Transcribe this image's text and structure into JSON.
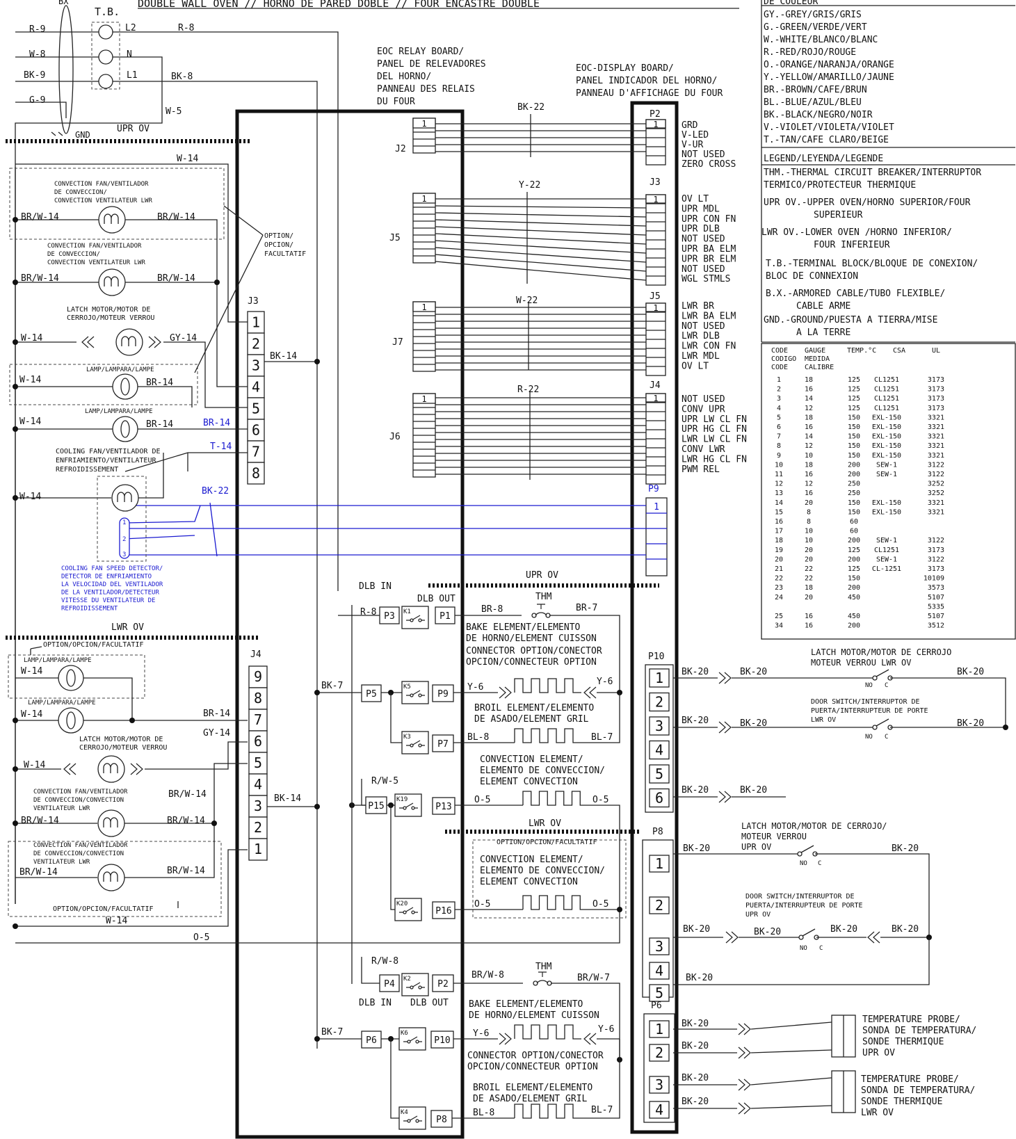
{
  "title": "DOUBLE WALL OVEN // HORNO DE PARED DOBLE // FOUR ENCASTRE DOUBLE",
  "top_left": {
    "bx": "BX",
    "tb": "T.B.",
    "wires_left": [
      "R-9",
      "W-8",
      "BK-9",
      "G-9"
    ],
    "terminals": [
      "L2",
      "N",
      "L1"
    ],
    "wires_right": [
      "R-8",
      "BK-8",
      "W-5"
    ],
    "gnd": "GND",
    "upr_ov": "UPR OV"
  },
  "color_legend": {
    "header": "DE COULEUR",
    "entries": [
      "GY.-GREY/GRIS/GRIS",
      "G.-GREEN/VERDE/VERT",
      "W.-WHITE/BLANCO/BLANC",
      "R.-RED/ROJO/ROUGE",
      "O.-ORANGE/NARANJA/ORANGE",
      "Y.-YELLOW/AMARILLO/JAUNE",
      "BR.-BROWN/CAFE/BRUN",
      "BL.-BLUE/AZUL/BLEU",
      "BK.-BLACK/NEGRO/NOIR",
      "V.-VIOLET/VIOLETA/VIOLET",
      "T.-TAN/CAFE CLARO/BEIGE"
    ]
  },
  "legend": {
    "header": "LEGEND/LEYENDA/LEGENDE",
    "lines": [
      "THM.-THERMAL CIRCUIT BREAKER/INTERRUPTOR",
      "TERMICO/PROTECTEUR THERMIQUE",
      "UPR OV.-UPPER OVEN/HORNO SUPERIOR/FOUR",
      "SUPERIEUR",
      "LWR OV.-LOWER OVEN /HORNO INFERIOR/",
      "FOUR INFERIEUR",
      "T.B.-TERMINAL BLOCK/BLOQUE DE CONEXION/",
      "BLOC DE CONNEXION",
      "B.X.-ARMORED CABLE/TUBO FLEXIBLE/",
      "CABLE ARME",
      "GND.-GROUND/PUESTA A TIERRA/MISE",
      "A LA TERRE"
    ]
  },
  "gauge_table": {
    "headers": [
      [
        "CODE",
        "CODIGO",
        "CODE"
      ],
      [
        "GAUGE",
        "MEDIDA",
        "CALIBRE"
      ],
      [
        "TEMP.°C"
      ],
      [
        "CSA"
      ],
      [
        "UL"
      ]
    ],
    "rows": [
      [
        "1",
        "18",
        "125",
        "CL1251",
        "3173"
      ],
      [
        "2",
        "16",
        "125",
        "CL1251",
        "3173"
      ],
      [
        "3",
        "14",
        "125",
        "CL1251",
        "3173"
      ],
      [
        "4",
        "12",
        "125",
        "CL1251",
        "3173"
      ],
      [
        "5",
        "18",
        "150",
        "EXL-150",
        "3321"
      ],
      [
        "6",
        "16",
        "150",
        "EXL-150",
        "3321"
      ],
      [
        "7",
        "14",
        "150",
        "EXL-150",
        "3321"
      ],
      [
        "8",
        "12",
        "150",
        "EXL-150",
        "3321"
      ],
      [
        "9",
        "10",
        "150",
        "EXL-150",
        "3321"
      ],
      [
        "10",
        "18",
        "200",
        "SEW-1",
        "3122"
      ],
      [
        "11",
        "16",
        "200",
        "SEW-1",
        "3122"
      ],
      [
        "12",
        "12",
        "250",
        "",
        "3252"
      ],
      [
        "13",
        "16",
        "250",
        "",
        "3252"
      ],
      [
        "14",
        "20",
        "150",
        "EXL-150",
        "3321"
      ],
      [
        "15",
        "8",
        "150",
        "EXL-150",
        "3321"
      ],
      [
        "16",
        "8",
        "60",
        "",
        ""
      ],
      [
        "17",
        "10",
        "60",
        "",
        ""
      ],
      [
        "18",
        "10",
        "200",
        "SEW-1",
        "3122"
      ],
      [
        "19",
        "20",
        "125",
        "CL1251",
        "3173"
      ],
      [
        "20",
        "20",
        "200",
        "SEW-1",
        "3122"
      ],
      [
        "21",
        "22",
        "125",
        "CL-1251",
        "3173"
      ],
      [
        "22",
        "22",
        "150",
        "",
        "10109"
      ],
      [
        "23",
        "18",
        "200",
        "",
        "3573"
      ],
      [
        "24",
        "20",
        "450",
        "",
        "5107"
      ],
      [
        "",
        "",
        "",
        "",
        "5335"
      ],
      [
        "25",
        "16",
        "450",
        "",
        "5107"
      ],
      [
        "34",
        "16",
        "200",
        "",
        "3512"
      ]
    ]
  },
  "relay_board": {
    "title": [
      "EOC RELAY BOARD/",
      "PANEL DE RELEVADORES",
      "DEL HORNO/",
      "PANNEAU DES RELAIS",
      "DU FOUR"
    ],
    "connectors": [
      "J2",
      "J5",
      "J7",
      "J6",
      "J3",
      "J4"
    ]
  },
  "display_board": {
    "title": [
      "EOC-DISPLAY BOARD/",
      "PANEL INDICADOR DEL HORNO/",
      "PANNEAU D'AFFICHAGE DU FOUR"
    ],
    "connectors": [
      "P2",
      "J3",
      "J5",
      "J4",
      "P9",
      "P10",
      "P8",
      "P6"
    ],
    "p2_labels": [
      "GRD",
      "V-LED",
      "V-UR",
      "NOT USED",
      "ZERO CROSS"
    ],
    "j3_labels": [
      "OV LT",
      "UPR MDL",
      "UPR CON FN",
      "UPR DLB",
      "NOT USED",
      "UPR BA ELM",
      "UPR BR ELM",
      "NOT USED",
      "WGL STMLS"
    ],
    "j5_labels": [
      "LWR BR",
      "LWR BA ELM",
      "NOT USED",
      "LWR DLB",
      "LWR CON FN",
      "LWR MDL",
      "OV LT"
    ],
    "j4_labels": [
      "NOT USED",
      "CONV UPR",
      "UPR LW CL FN",
      "UPR HG CL FN",
      "LWR LW CL FN",
      "CONV LWR",
      "LWR HG CL FN",
      "PWM REL"
    ]
  },
  "harness_labels": [
    "BK-22",
    "Y-22",
    "W-22",
    "R-22"
  ],
  "left_side": {
    "option": [
      "OPTION/",
      "OPCION/",
      "FACULTATIF"
    ],
    "upper_components": [
      [
        "CONVECTION FAN/VENTILADOR",
        "DE CONVECCION/",
        "CONVECTION VENTILATEUR LWR"
      ],
      [
        "CONVECTION FAN/VENTILADOR",
        "DE CONVECCION/",
        "CONVECTION VENTILATEUR LWR"
      ],
      [
        "LATCH MOTOR/MOTOR DE",
        "CERROJO/MOTEUR VERROU"
      ],
      [
        "LAMP/LAMPARA/LAMPE"
      ],
      [
        "LAMP/LAMPARA/LAMPE"
      ],
      [
        "COOLING FAN/VENTILADOR DE",
        "ENFRIAMIENTO/VENTILATEUR",
        "REFROIDISSEMENT"
      ]
    ],
    "speed_detector": [
      "COOLING FAN SPEED DETECTOR/",
      "DETECTOR DE ENFRIAMIENTO",
      "LA VELOCIDAD DEL VENTILADOR",
      "DE LA  VENTILADOR/DETECTEUR",
      "VITESSE DU VENTILATEUR DE",
      "REFROIDISSEMENT"
    ],
    "lwr_ov": "LWR OV",
    "lower_option": "OPTION/OPCION/FACULTATIF",
    "lower_components": [
      [
        "LAMP/LAMPARA/LAMPE"
      ],
      [
        "LAMP/LAMPARA/LAMPE"
      ],
      [
        "LATCH MOTOR/MOTOR DE",
        "CERROJO/MOTEUR VERROU"
      ],
      [
        "CONVECTION FAN/VENTILADOR",
        "DE CONVECCION/CONVECTION",
        "VENTILATEUR LWR"
      ],
      [
        "CONVECTION FAN/VENTILADOR",
        "DE CONVECCION/CONVECTION",
        "VENTILATEUR LWR"
      ]
    ],
    "lower_option2": "OPTION/OPCION/FACULTATIF",
    "wires": [
      "W-14",
      "BR/W-14",
      "GY-14",
      "BR-14",
      "T-14",
      "BK-22",
      "BK-14",
      "O-5"
    ],
    "j3_pins": [
      "1",
      "2",
      "3",
      "4",
      "5",
      "6",
      "7",
      "8"
    ],
    "j4_pins": [
      "9",
      "8",
      "7",
      "6",
      "5",
      "4",
      "3",
      "2",
      "1"
    ]
  },
  "middle": {
    "dlb_in": "DLB IN",
    "dlb_out": "DLB OUT",
    "upr_ov": "UPR OV",
    "lwr_ov": "LWR OV",
    "thm": "THM",
    "relays": [
      "K1",
      "K5",
      "K3",
      "K19",
      "K20",
      "K2",
      "K6",
      "K4"
    ],
    "plugs": [
      "P3",
      "P1",
      "P5",
      "P9",
      "P7",
      "P15",
      "P13",
      "P16",
      "P4",
      "P2",
      "P6",
      "P10",
      "P8"
    ],
    "bake": [
      "BAKE ELEMENT/ELEMENTO",
      "DE HORNO/ELEMENT CUISSON"
    ],
    "connector_opt": [
      "CONNECTOR OPTION/CONECTOR",
      "OPCION/CONNECTEUR OPTION"
    ],
    "broil": [
      "BROIL ELEMENT/ELEMENTO",
      "DE ASADO/ELEMENT GRIL"
    ],
    "convection": [
      "CONVECTION ELEMENT/",
      "ELEMENTO DE CONVECCION/",
      "ELEMENT CONVECTION"
    ],
    "option": "OPTION/OPCION/FACULTATIF",
    "wires": [
      "R-8",
      "BR-8",
      "BR-7",
      "Y-6",
      "BL-8",
      "BL-7",
      "R/W-5",
      "O-5",
      "R/W-8",
      "BR/W-8",
      "BR/W-7",
      "BK-7"
    ]
  },
  "right_side": {
    "p10_pins": [
      "1",
      "2",
      "3",
      "4",
      "5",
      "6"
    ],
    "p8_pins": [
      "1",
      "2",
      "3",
      "4",
      "5"
    ],
    "p6_pins": [
      "1",
      "2",
      "3",
      "4"
    ],
    "latch_lwr": [
      "LATCH MOTOR/MOTOR DE CERROJO",
      "MOTEUR VERROU LWR OV"
    ],
    "door_lwr": [
      "DOOR SWITCH/INTERRUPTOR DE",
      "PUERTA/INTERRUPTEUR DE PORTE",
      "LWR OV"
    ],
    "latch_upr": [
      "LATCH MOTOR/MOTOR DE CERROJO/",
      "MOTEUR VERROU",
      "UPR OV"
    ],
    "door_upr": [
      "DOOR SWITCH/INTERRUPTOR DE",
      "PUERTA/INTERRUPTEUR DE PORTE",
      "UPR OV"
    ],
    "probe_upr": [
      "TEMPERATURE PROBE/",
      "SONDA DE TEMPERATURA/",
      "SONDE THERMIQUE",
      "UPR OV"
    ],
    "probe_lwr": [
      "TEMPERATURE PROBE/",
      "SONDA DE TEMPERATURA/",
      "SONDE THERMIQUE",
      "LWR OV"
    ],
    "wire": "BK-20",
    "no": "NO",
    "c": "C"
  }
}
